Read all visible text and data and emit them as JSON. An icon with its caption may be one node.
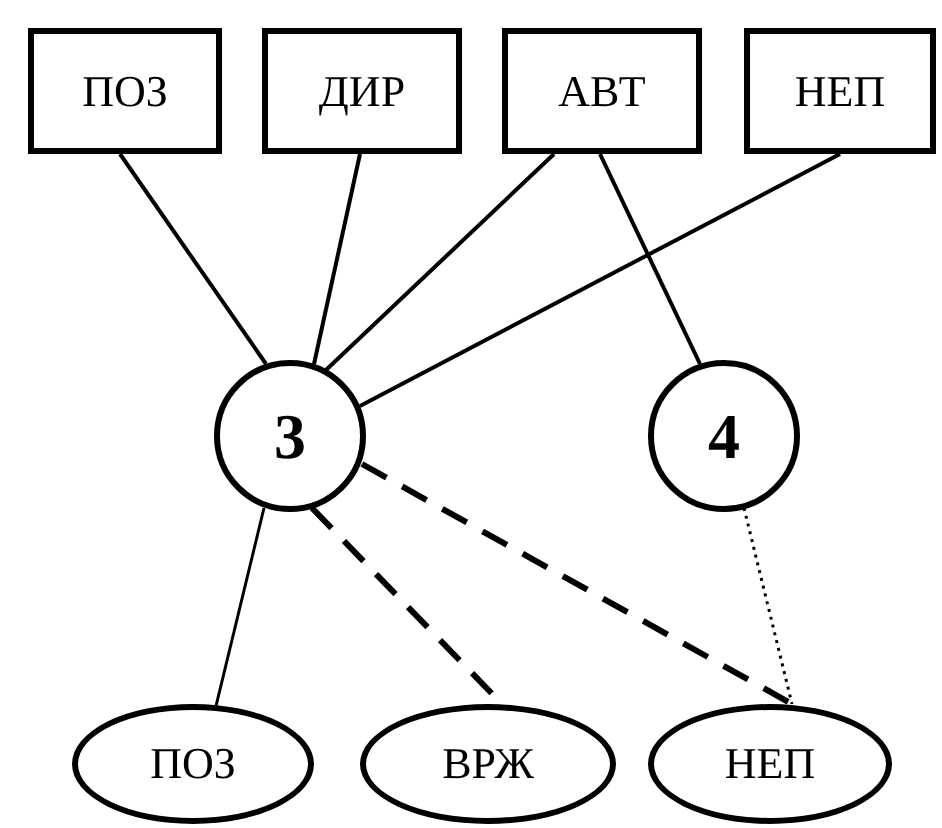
{
  "diagram": {
    "nodes": [
      {
        "text": [
          "ПОЗ"
        ]
      },
      {
        "text": [
          "ДИР"
        ]
      },
      {
        "text": [
          "АВТ"
        ]
      },
      {
        "text": [
          "НЕП"
        ]
      },
      {
        "text": [
          "3"
        ]
      },
      {
        "text": [
          "4"
        ]
      },
      {
        "text": [
          "ПОЗ"
        ]
      },
      {
        "text": [
          "ВРЖ"
        ]
      },
      {
        "text": [
          "НЕП"
        ]
      }
    ],
    "edges": [
      {
        "from": 0,
        "to": 4,
        "arrow": "none"
      },
      {
        "from": 1,
        "to": 4,
        "arrow": "none"
      },
      {
        "from": 2,
        "to": 4,
        "arrow": "none"
      },
      {
        "from": 3,
        "to": 4,
        "arrow": "none"
      },
      {
        "from": 2,
        "to": 5,
        "arrow": "none"
      },
      {
        "from": 4,
        "to": 6,
        "arrow": "none"
      },
      {
        "from": 4,
        "to": 7,
        "arrow": "none",
        "style": "dashed"
      },
      {
        "from": 4,
        "to": 8,
        "arrow": "none",
        "style": "dashed"
      },
      {
        "from": 5,
        "to": 8,
        "arrow": "none",
        "style": "dashed"
      }
    ]
  }
}
